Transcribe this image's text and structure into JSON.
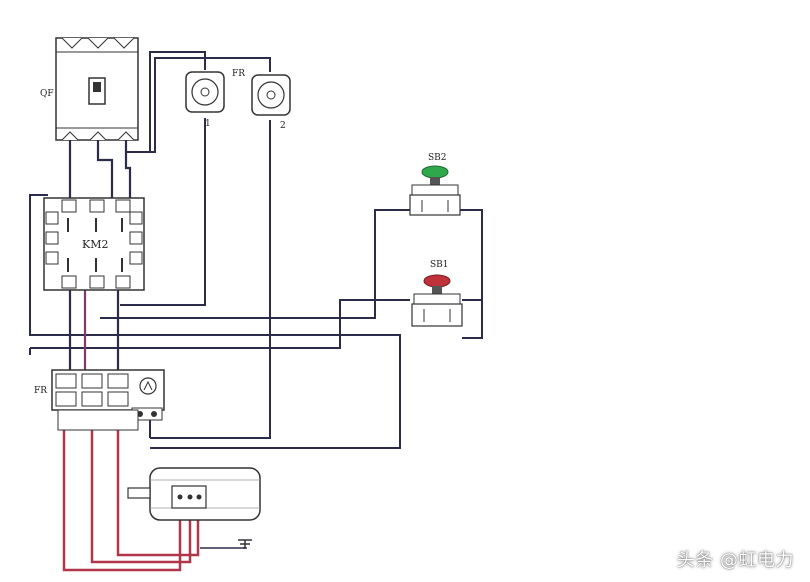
{
  "labels": {
    "breaker": "QF",
    "fuses_top": "FR",
    "fuse_1": "1",
    "fuse_2": "2",
    "contactor": "KM2",
    "start_button": "SB2",
    "stop_button": "SB1",
    "overload_relay": "FR"
  },
  "watermark": "头条 @虹电力",
  "colors": {
    "wire_dark": "#2b2b4a",
    "wire_red": "#b0364a",
    "wire_violet": "#7a3b6a",
    "start_button": "#2ea84a",
    "stop_button": "#c0323a",
    "device_outline": "#333333"
  },
  "icons": {
    "motor": "motor-icon",
    "ground": "ground-icon",
    "start_button": "pushbutton-green-icon",
    "stop_button": "pushbutton-red-icon"
  }
}
